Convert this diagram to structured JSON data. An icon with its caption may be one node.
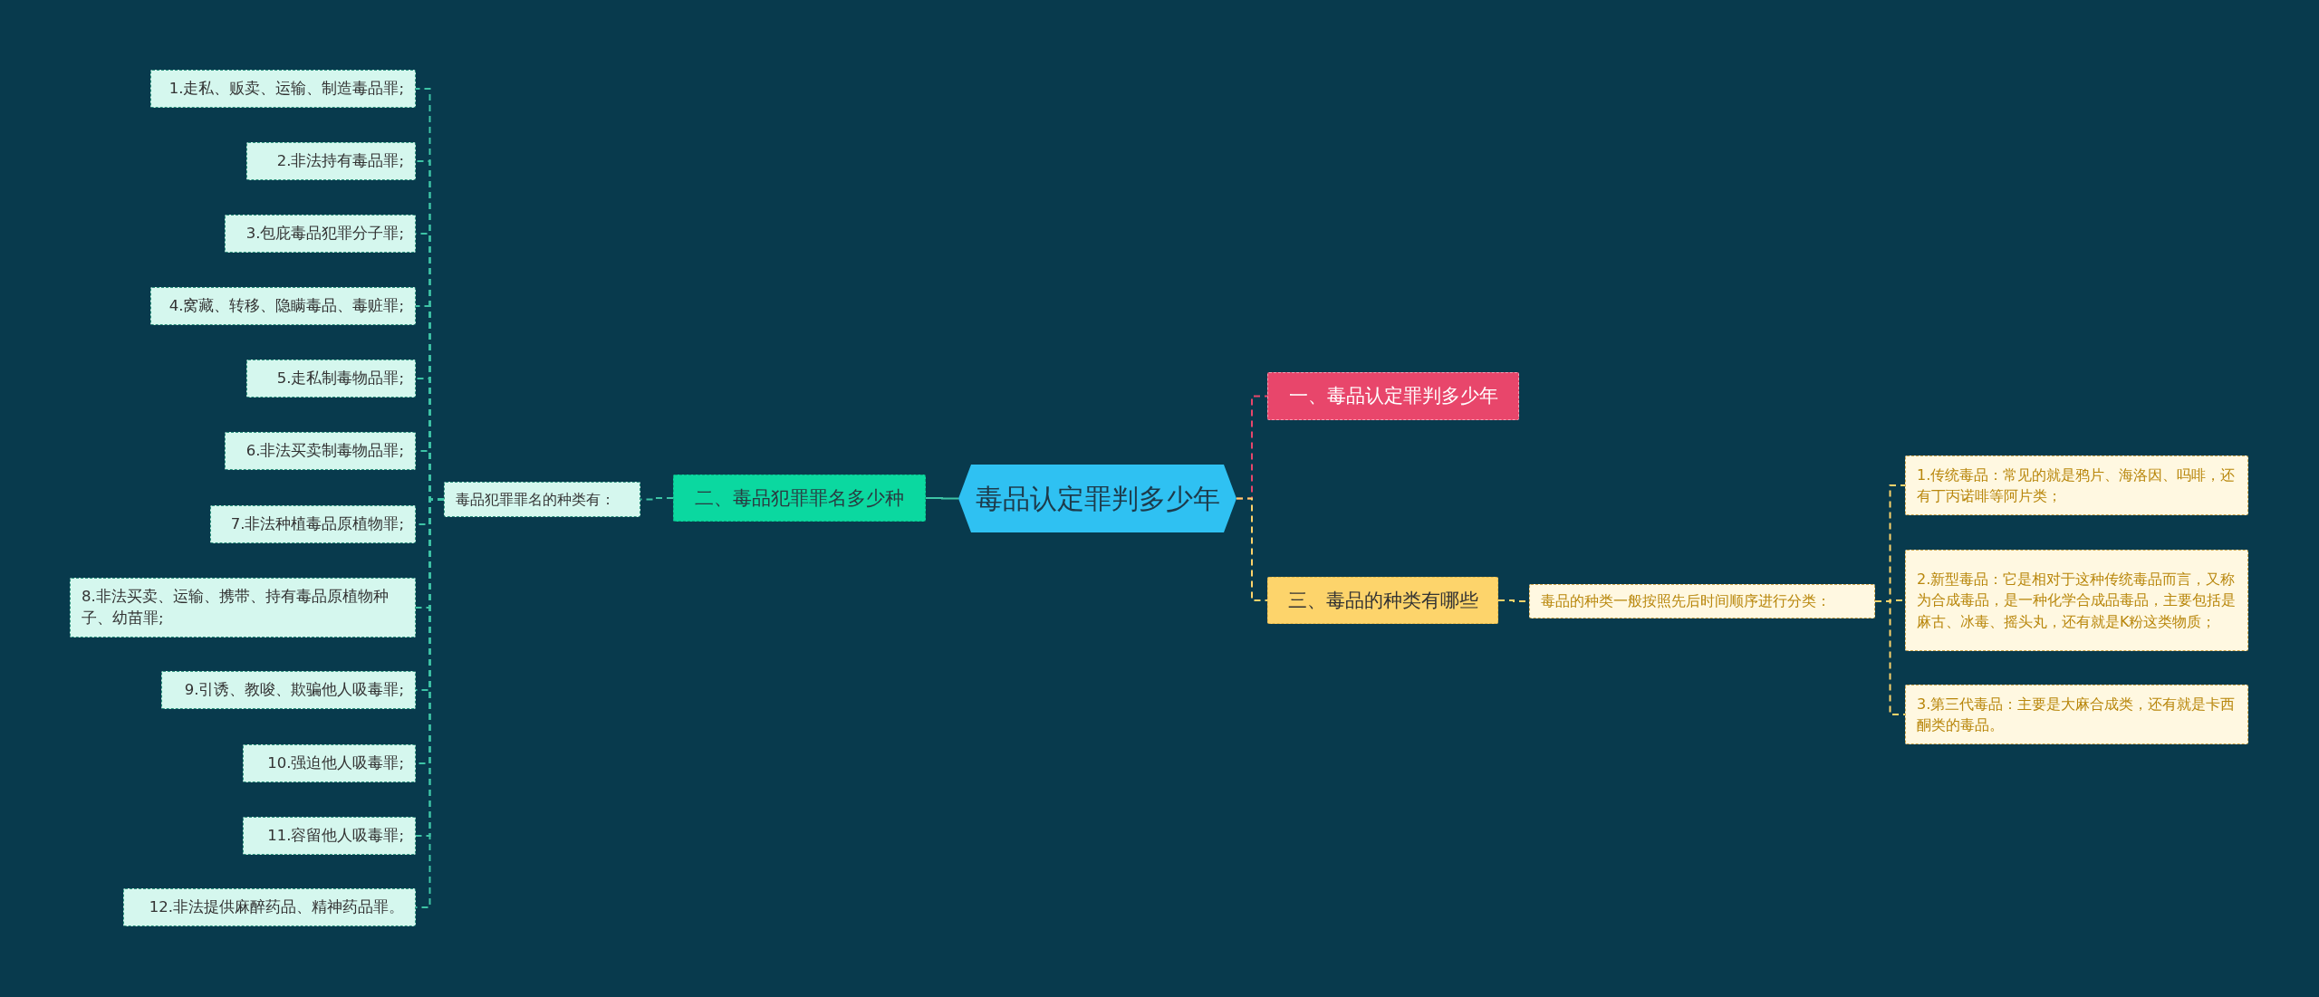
{
  "diagram": {
    "nodes": [
      {
        "text": [
          "毒品认定罪判多少年"
        ]
      },
      {
        "text": [
          "一、毒品认定罪判多少年"
        ]
      },
      {
        "text": [
          "三、毒品的种类有哪些"
        ]
      },
      {
        "text": [
          "毒品的种类一般按照先后时间顺序进行分类："
        ]
      },
      {
        "text": [
          "1.传统毒品：常见的就是鸦片、海洛因、吗啡，还有丁丙诺啡等阿片类；"
        ]
      },
      {
        "text": [
          "2.新型毒品：它是相对于这种传统毒品而言，又称为合成毒品，是一种化学合成品毒品，主要包括是麻古、冰毒、摇头丸，还有就是K粉这类物质；"
        ]
      },
      {
        "text": [
          "3.第三代毒品：主要是大麻合成类，还有就是卡西酮类的毒品。"
        ]
      },
      {
        "text": [
          "二、毒品犯罪罪名多少种"
        ]
      },
      {
        "text": [
          "毒品犯罪罪名的种类有："
        ]
      },
      {
        "text": [
          "1.走私、贩卖、运输、制造毒品罪;"
        ]
      },
      {
        "text": [
          "2.非法持有毒品罪;"
        ]
      },
      {
        "text": [
          "3.包庇毒品犯罪分子罪;"
        ]
      },
      {
        "text": [
          "4.窝藏、转移、隐瞒毒品、毒赃罪;"
        ]
      },
      {
        "text": [
          "5.走私制毒物品罪;"
        ]
      },
      {
        "text": [
          "6.非法买卖制毒物品罪;"
        ]
      },
      {
        "text": [
          "7.非法种植毒品原植物罪;"
        ]
      },
      {
        "text": [
          "8.非法买卖、运输、携带、持有毒品原植物种子、幼苗罪;"
        ]
      },
      {
        "text": [
          "9.引诱、教唆、欺骗他人吸毒罪;"
        ]
      },
      {
        "text": [
          "10.强迫他人吸毒罪;"
        ]
      },
      {
        "text": [
          "11.容留他人吸毒罪;"
        ]
      },
      {
        "text": [
          "12.非法提供麻醉药品、精神药品罪。"
        ]
      }
    ],
    "edges": [
      {
        "from": 0,
        "to": 1,
        "arrow": "none",
        "style": "dashed",
        "color": "#e8466b"
      },
      {
        "from": 0,
        "to": 2,
        "arrow": "none",
        "style": "dashed",
        "color": "#fdd46b"
      },
      {
        "from": 2,
        "to": 3,
        "arrow": "none",
        "style": "dashed",
        "color": "#fdd46b"
      },
      {
        "from": 3,
        "to": 4,
        "arrow": "none",
        "style": "dashed",
        "color": "#fdd46b"
      },
      {
        "from": 3,
        "to": 5,
        "arrow": "none",
        "style": "dashed",
        "color": "#fdd46b"
      },
      {
        "from": 3,
        "to": 6,
        "arrow": "none",
        "style": "dashed",
        "color": "#fdd46b"
      },
      {
        "from": 0,
        "to": 7,
        "arrow": "none"
      },
      {
        "from": 7,
        "to": 8,
        "arrow": "none",
        "style": "dashed"
      },
      {
        "from": 8,
        "to": 9,
        "arrow": "none",
        "style": "dashed"
      },
      {
        "from": 8,
        "to": 10,
        "arrow": "none",
        "style": "dashed"
      },
      {
        "from": 8,
        "to": 11,
        "arrow": "none",
        "style": "dashed"
      },
      {
        "from": 8,
        "to": 12,
        "arrow": "none",
        "style": "dashed"
      },
      {
        "from": 8,
        "to": 13,
        "arrow": "none",
        "style": "dashed"
      },
      {
        "from": 8,
        "to": 14,
        "arrow": "none",
        "style": "dashed"
      },
      {
        "from": 8,
        "to": 15,
        "arrow": "none",
        "style": "dashed"
      },
      {
        "from": 8,
        "to": 16,
        "arrow": "none",
        "style": "dashed"
      },
      {
        "from": 8,
        "to": 17,
        "arrow": "none",
        "style": "dashed"
      },
      {
        "from": 8,
        "to": 18,
        "arrow": "none",
        "style": "dashed"
      },
      {
        "from": 8,
        "to": 19,
        "arrow": "none",
        "style": "dashed"
      },
      {
        "from": 8,
        "to": 20,
        "arrow": "none",
        "style": "dashed"
      }
    ]
  }
}
